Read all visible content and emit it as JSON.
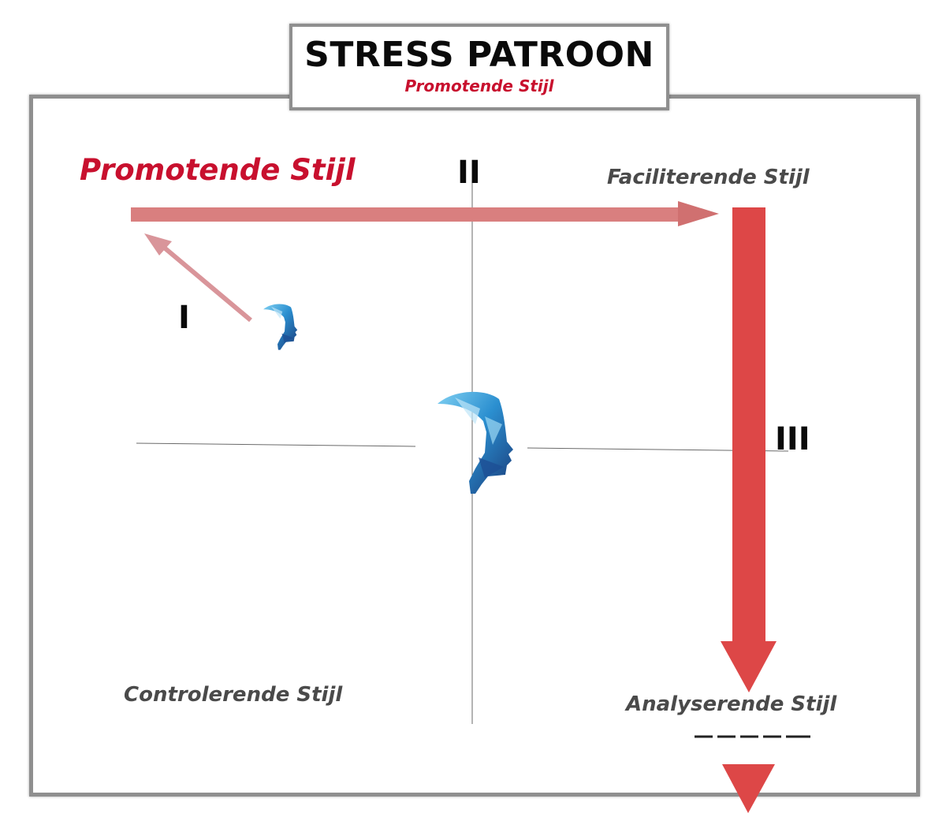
{
  "title": {
    "main": "STRESS PATROON",
    "subtitle": "Promotende Stijl"
  },
  "quadrants": {
    "top_left": "Promotende Stijl",
    "top_right": "Faciliterende Stijl",
    "bottom_left": "Controlerende Stijl",
    "bottom_right": "Analyserende Stijl"
  },
  "steps": {
    "one": "I",
    "two": "II",
    "three": "III"
  },
  "colors": {
    "accent_red": "#c8102e",
    "arrow_light": "#d97f7f",
    "arrow_faint": "#d9959a",
    "arrow_strong": "#dd4747",
    "frame_gray": "#8f8f8f",
    "label_gray": "#4a4a4a"
  },
  "icons": {
    "center": "head-profile-icon",
    "small": "head-profile-icon"
  }
}
